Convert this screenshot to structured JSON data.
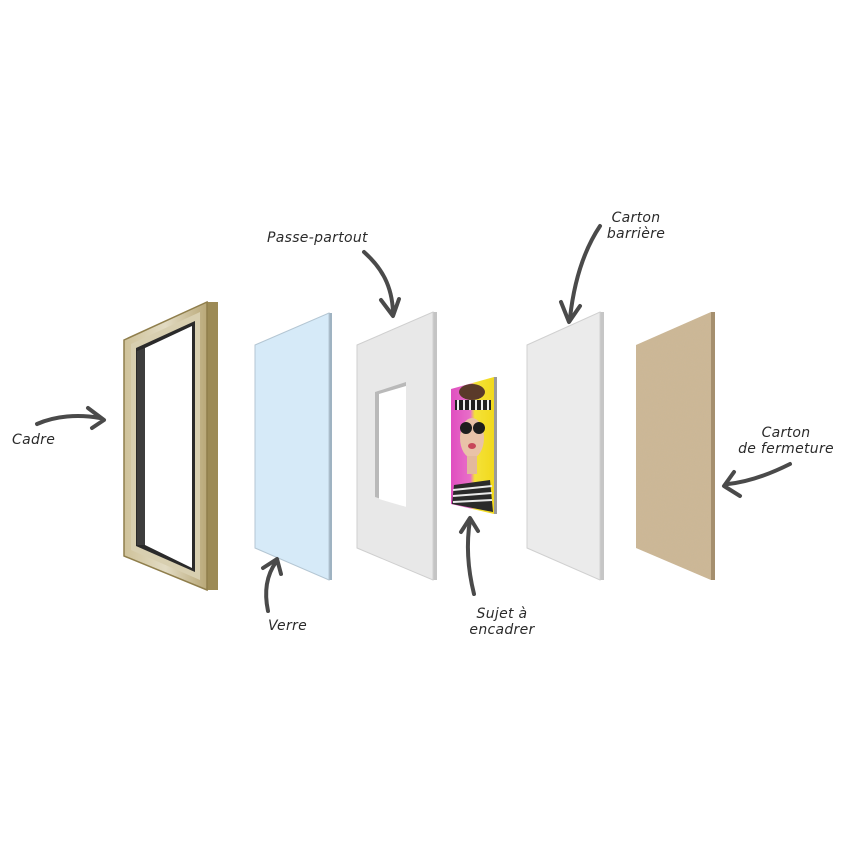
{
  "diagram": {
    "type": "exploded-view",
    "subject": "picture frame assembly (front to back)",
    "colors": {
      "background": "#ffffff",
      "frame_outer": "#b8a46a",
      "frame_inner": "#d9d2b8",
      "frame_lip": "#2a2a2a",
      "glass": "#d6eaf8",
      "glass_edge": "#9fb3c2",
      "mat": "#e8e8e8",
      "mat_edge": "#c4c4c4",
      "barrier_board": "#ebebeb",
      "backing_board": "#cdb896",
      "backing_edge": "#a58f6e",
      "arrow": "#4a4a4a",
      "label_text": "#2b2b2b"
    },
    "components": [
      {
        "id": "cadre",
        "label": "Cadre",
        "lines": [
          "Cadre"
        ]
      },
      {
        "id": "verre",
        "label": "Verre",
        "lines": [
          "Verre"
        ]
      },
      {
        "id": "passe-partout",
        "label": "Passe-partout",
        "lines": [
          "Passe-partout"
        ]
      },
      {
        "id": "sujet",
        "label": "Sujet à encadrer",
        "lines": [
          "Sujet à",
          "encadrer"
        ]
      },
      {
        "id": "carton-barriere",
        "label": "Carton barrière",
        "lines": [
          "Carton",
          "barrière"
        ]
      },
      {
        "id": "carton-fermeture",
        "label": "Carton de fermeture",
        "lines": [
          "Carton",
          "de fermeture"
        ]
      }
    ]
  }
}
